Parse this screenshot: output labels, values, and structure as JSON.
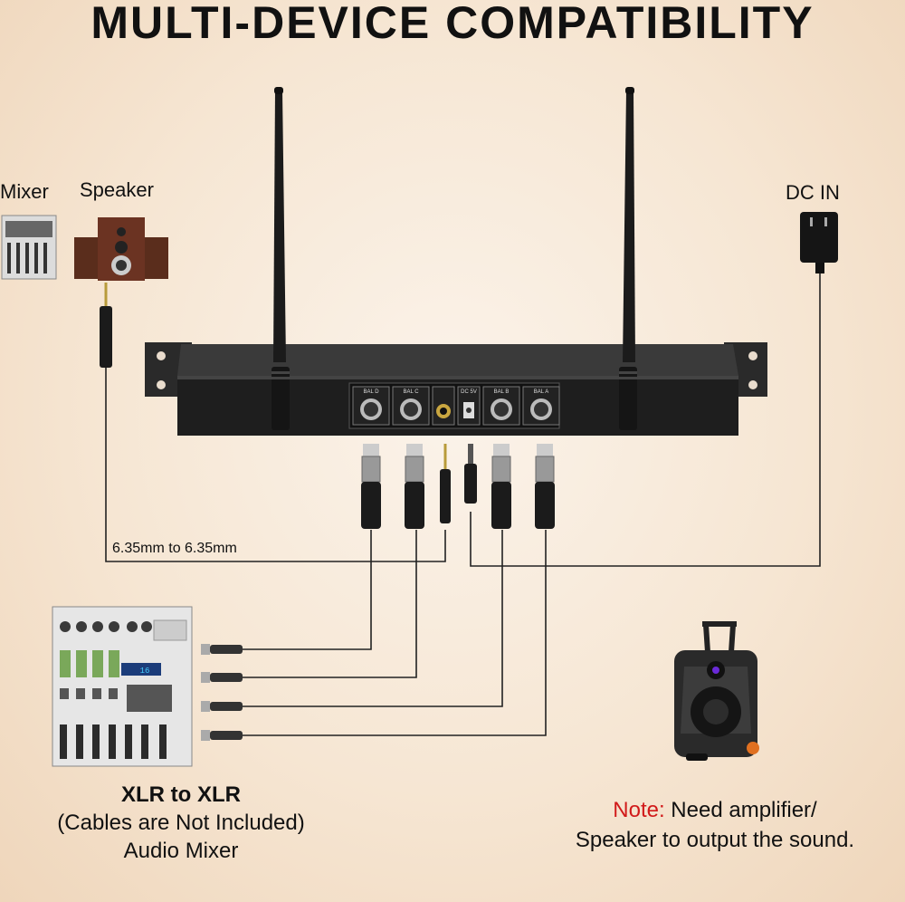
{
  "title": "MULTI-DEVICE COMPATIBILITY",
  "devices": {
    "mixer_label": "Mixer",
    "speaker_label": "Speaker",
    "dc_in_label": "DC IN"
  },
  "receiver_panel": {
    "ports": [
      "BAL D",
      "BAL C",
      "",
      "DC 5V",
      "BAL B",
      "BAL A"
    ]
  },
  "cable_label": "6.35mm to 6.35mm",
  "mixer_caption": {
    "line1": "XLR to XLR",
    "line2": "(Cables are Not Included)",
    "line3": "Audio Mixer"
  },
  "note": {
    "prefix": "Note:",
    "text1": " Need amplifier/",
    "text2": "Speaker to output the sound."
  }
}
